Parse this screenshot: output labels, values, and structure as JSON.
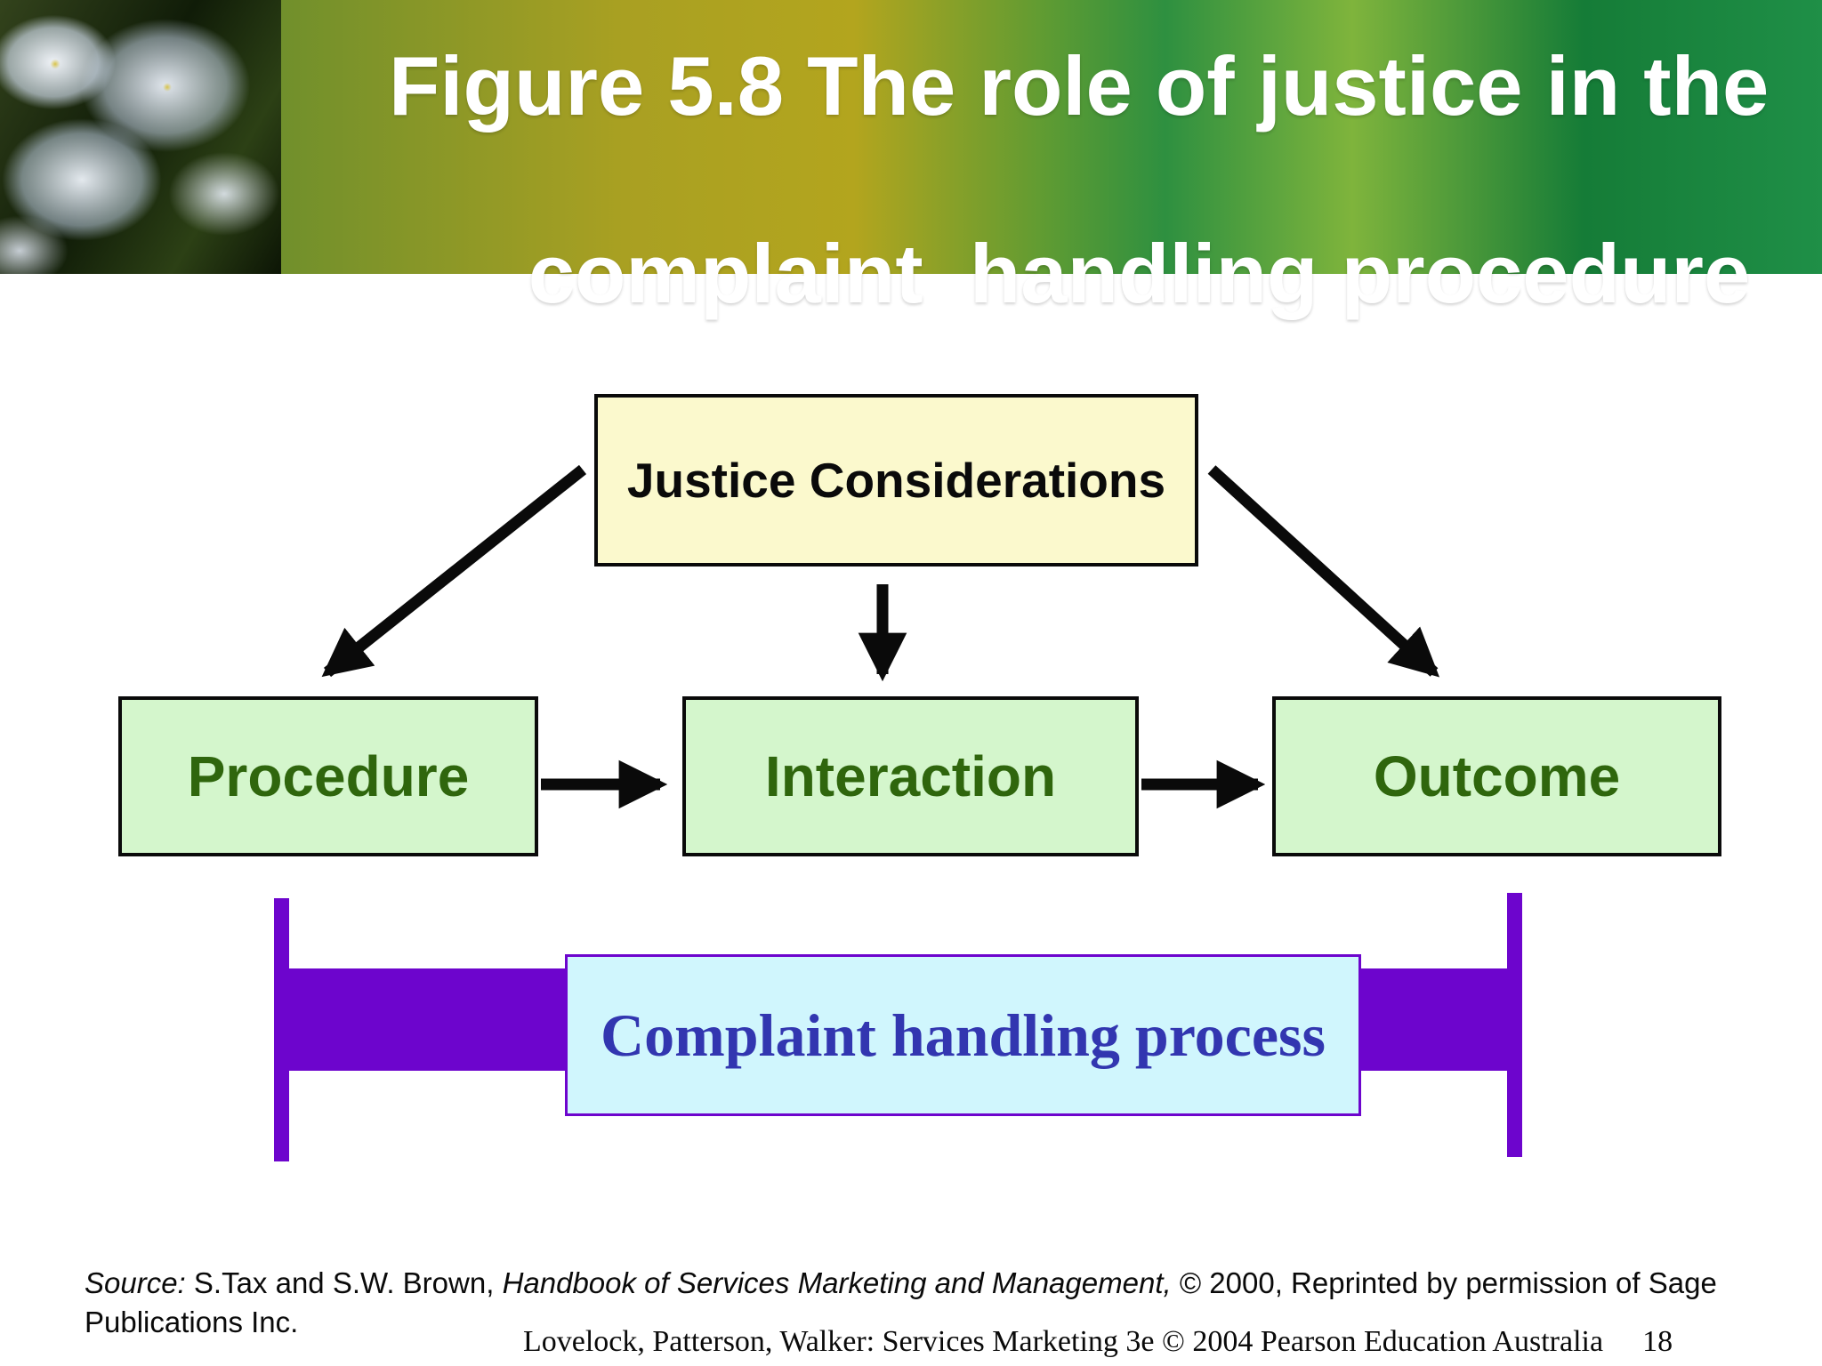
{
  "header": {
    "title_line1": "Figure 5.8 The role of justice in the",
    "title_line2": "complaint  handling procedure"
  },
  "diagram": {
    "justice_box_label": "Justice Considerations",
    "procedure_box_label": "Procedure",
    "interaction_box_label": "Interaction",
    "outcome_box_label": "Outcome",
    "process_box_label": "Complaint handling process"
  },
  "source": {
    "source_word_italic": "Source:",
    "authors_text": " S.Tax and S.W. Brown, ",
    "book_title_italic": "Handbook of Services Marketing and Management,",
    "suffix_text": " © 2000, Reprinted by permission of Sage Publications Inc."
  },
  "footer": {
    "citation": "Lovelock, Patterson, Walker: Services Marketing 3e © 2004 Pearson Education Australia",
    "page_number": "18"
  },
  "colors": {
    "justice_fill": "#fbf9cd",
    "stage_fill": "#d4f6cc",
    "stage_text": "#2f660d",
    "purple": "#6d05cd",
    "process_fill": "#d0f6fd",
    "process_text": "#3236b0",
    "arrow_color": "#0a0a0a"
  }
}
